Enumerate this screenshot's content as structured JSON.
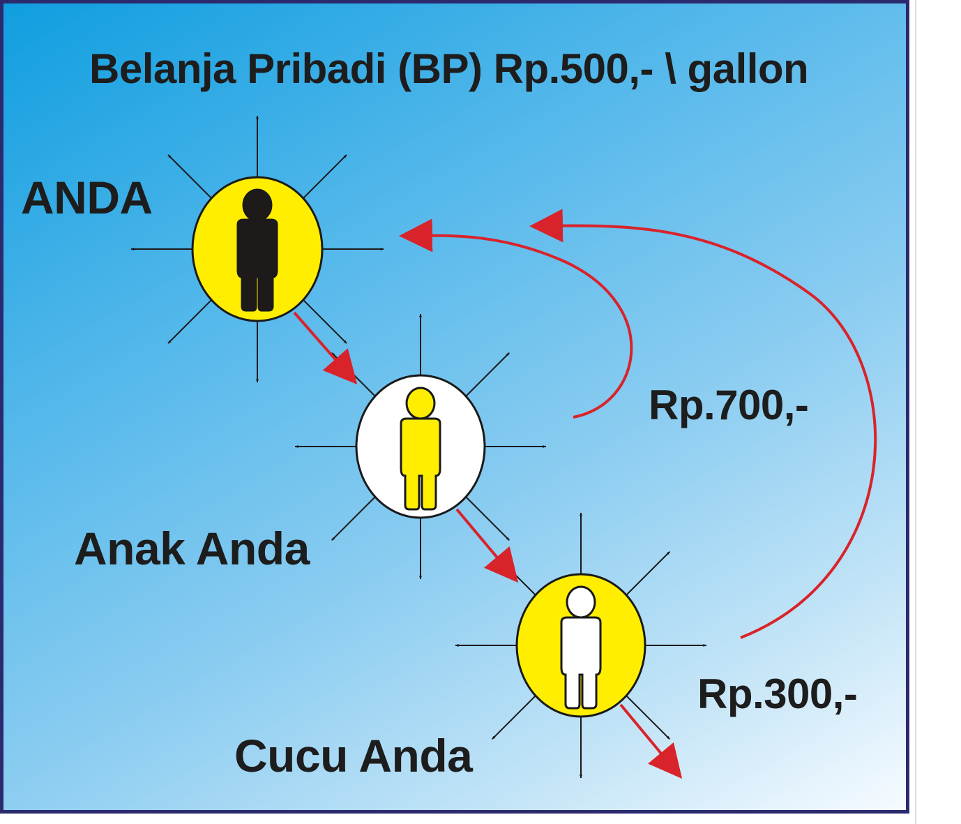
{
  "title": "Belanja Pribadi (BP) Rp.500,- \\ gallon",
  "nodes": [
    {
      "label": "ANDA",
      "circle_fill": "#ffee00",
      "figure_fill": "#1e1a1a"
    },
    {
      "label": "Anak Anda",
      "circle_fill": "#ffffff",
      "figure_fill": "#ffee00"
    },
    {
      "label": "Cucu Anda",
      "circle_fill": "#ffee00",
      "figure_fill": "#ffffff"
    }
  ],
  "returns": [
    {
      "label": "Rp.700,-"
    },
    {
      "label": "Rp.300,-"
    }
  ],
  "colors": {
    "arrow_red": "#d9232a",
    "border": "#2b2a6e",
    "text": "#1d1d1d",
    "ray": "#1a1a1a"
  }
}
